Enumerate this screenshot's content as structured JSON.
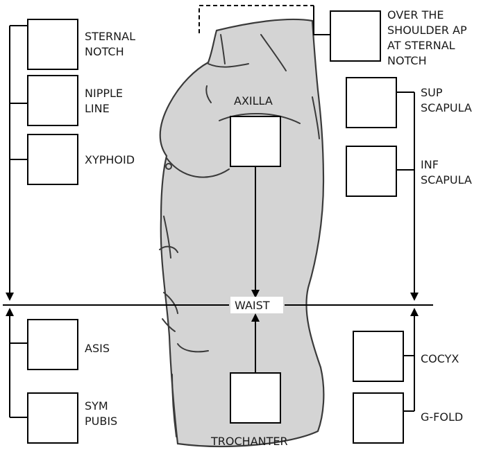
{
  "labels": {
    "sternal_notch": [
      "STERNAL",
      "NOTCH"
    ],
    "nipple_line": [
      "NIPPLE",
      "LINE"
    ],
    "xyphoid": [
      "XYPHOID"
    ],
    "over_shoulder": [
      "OVER THE",
      "SHOULDER AP",
      "AT STERNAL",
      "NOTCH"
    ],
    "sup_scapula": [
      "SUP",
      "SCAPULA"
    ],
    "inf_scapula": [
      "INF",
      "SCAPULA"
    ],
    "axilla": "AXILLA",
    "waist": "WAIST",
    "asis": [
      "ASIS"
    ],
    "sym_pubis": [
      "SYM",
      "PUBIS"
    ],
    "cocyx": [
      "COCYX"
    ],
    "g_fold": [
      "G-FOLD"
    ],
    "trochanter": "TROCHANTER"
  },
  "colors": {
    "torso_fill": "#d4d4d4",
    "outline": "#3a3a3a",
    "line": "#000000",
    "box_fill": "#ffffff"
  }
}
